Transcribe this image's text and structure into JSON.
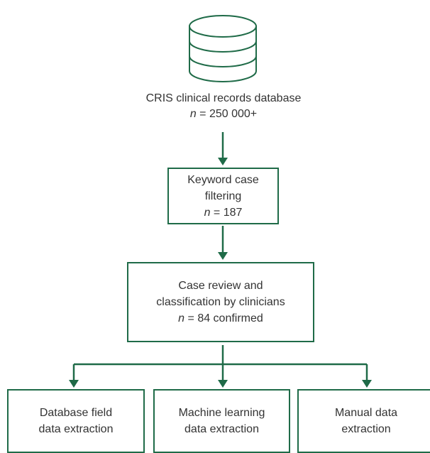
{
  "colors": {
    "stroke": "#1f6b48",
    "text": "#333333"
  },
  "database": {
    "icon": "database-icon",
    "title": "CRIS clinical records database",
    "count_var": "n",
    "count_text": " = 250 000+"
  },
  "step1": {
    "title": "Keyword case filtering",
    "count_var": "n",
    "count_text": " = 187"
  },
  "step2": {
    "line1": "Case review and",
    "line2": "classification by clinicians",
    "count_var": "n",
    "count_text": " = 84 confirmed"
  },
  "outputs": [
    {
      "line1": "Database field",
      "line2": "data extraction"
    },
    {
      "line1": "Machine learning",
      "line2": "data extraction"
    },
    {
      "line1": "Manual data",
      "line2": "extraction"
    }
  ]
}
